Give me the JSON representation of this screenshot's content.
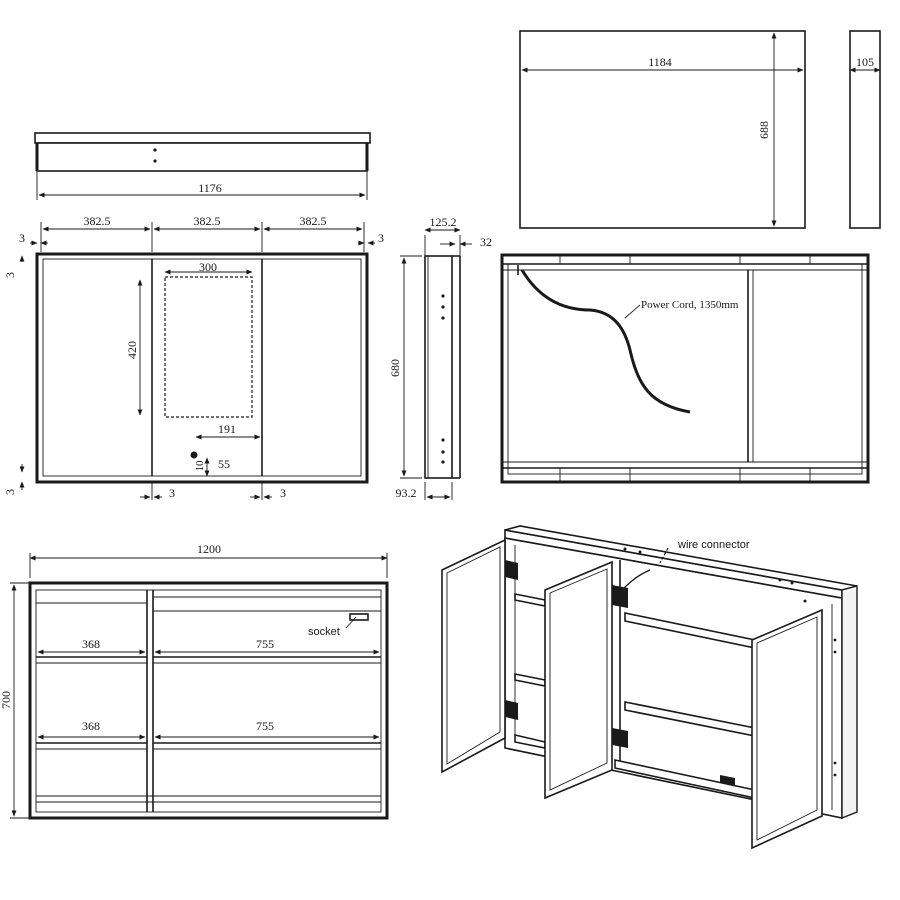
{
  "dimensions": {
    "top_width": "1176",
    "seg_left": "382.5",
    "seg_mid": "382.5",
    "seg_right": "382.5",
    "edge_left": "3",
    "edge_right": "3",
    "edge_top": "3",
    "edge_bottom": "3",
    "mirror_width": "300",
    "mirror_height": "420",
    "switch_offset": "191",
    "switch_height": "55",
    "gap_left": "3",
    "gap_right": "3",
    "side_height": "680",
    "side_depth": "125.2",
    "side_top_offset": "32",
    "side_bottom": "93.2",
    "carton_width": "1184",
    "carton_height": "688",
    "carton_depth": "105",
    "interior_width": "1200",
    "interior_height": "700",
    "shelf_left_1": "368",
    "shelf_right_1": "755",
    "shelf_left_2": "368",
    "shelf_right_2": "755"
  },
  "labels": {
    "power_cord": "Power Cord, 1350mm",
    "socket": "socket",
    "wire_connector": "wire connector"
  }
}
